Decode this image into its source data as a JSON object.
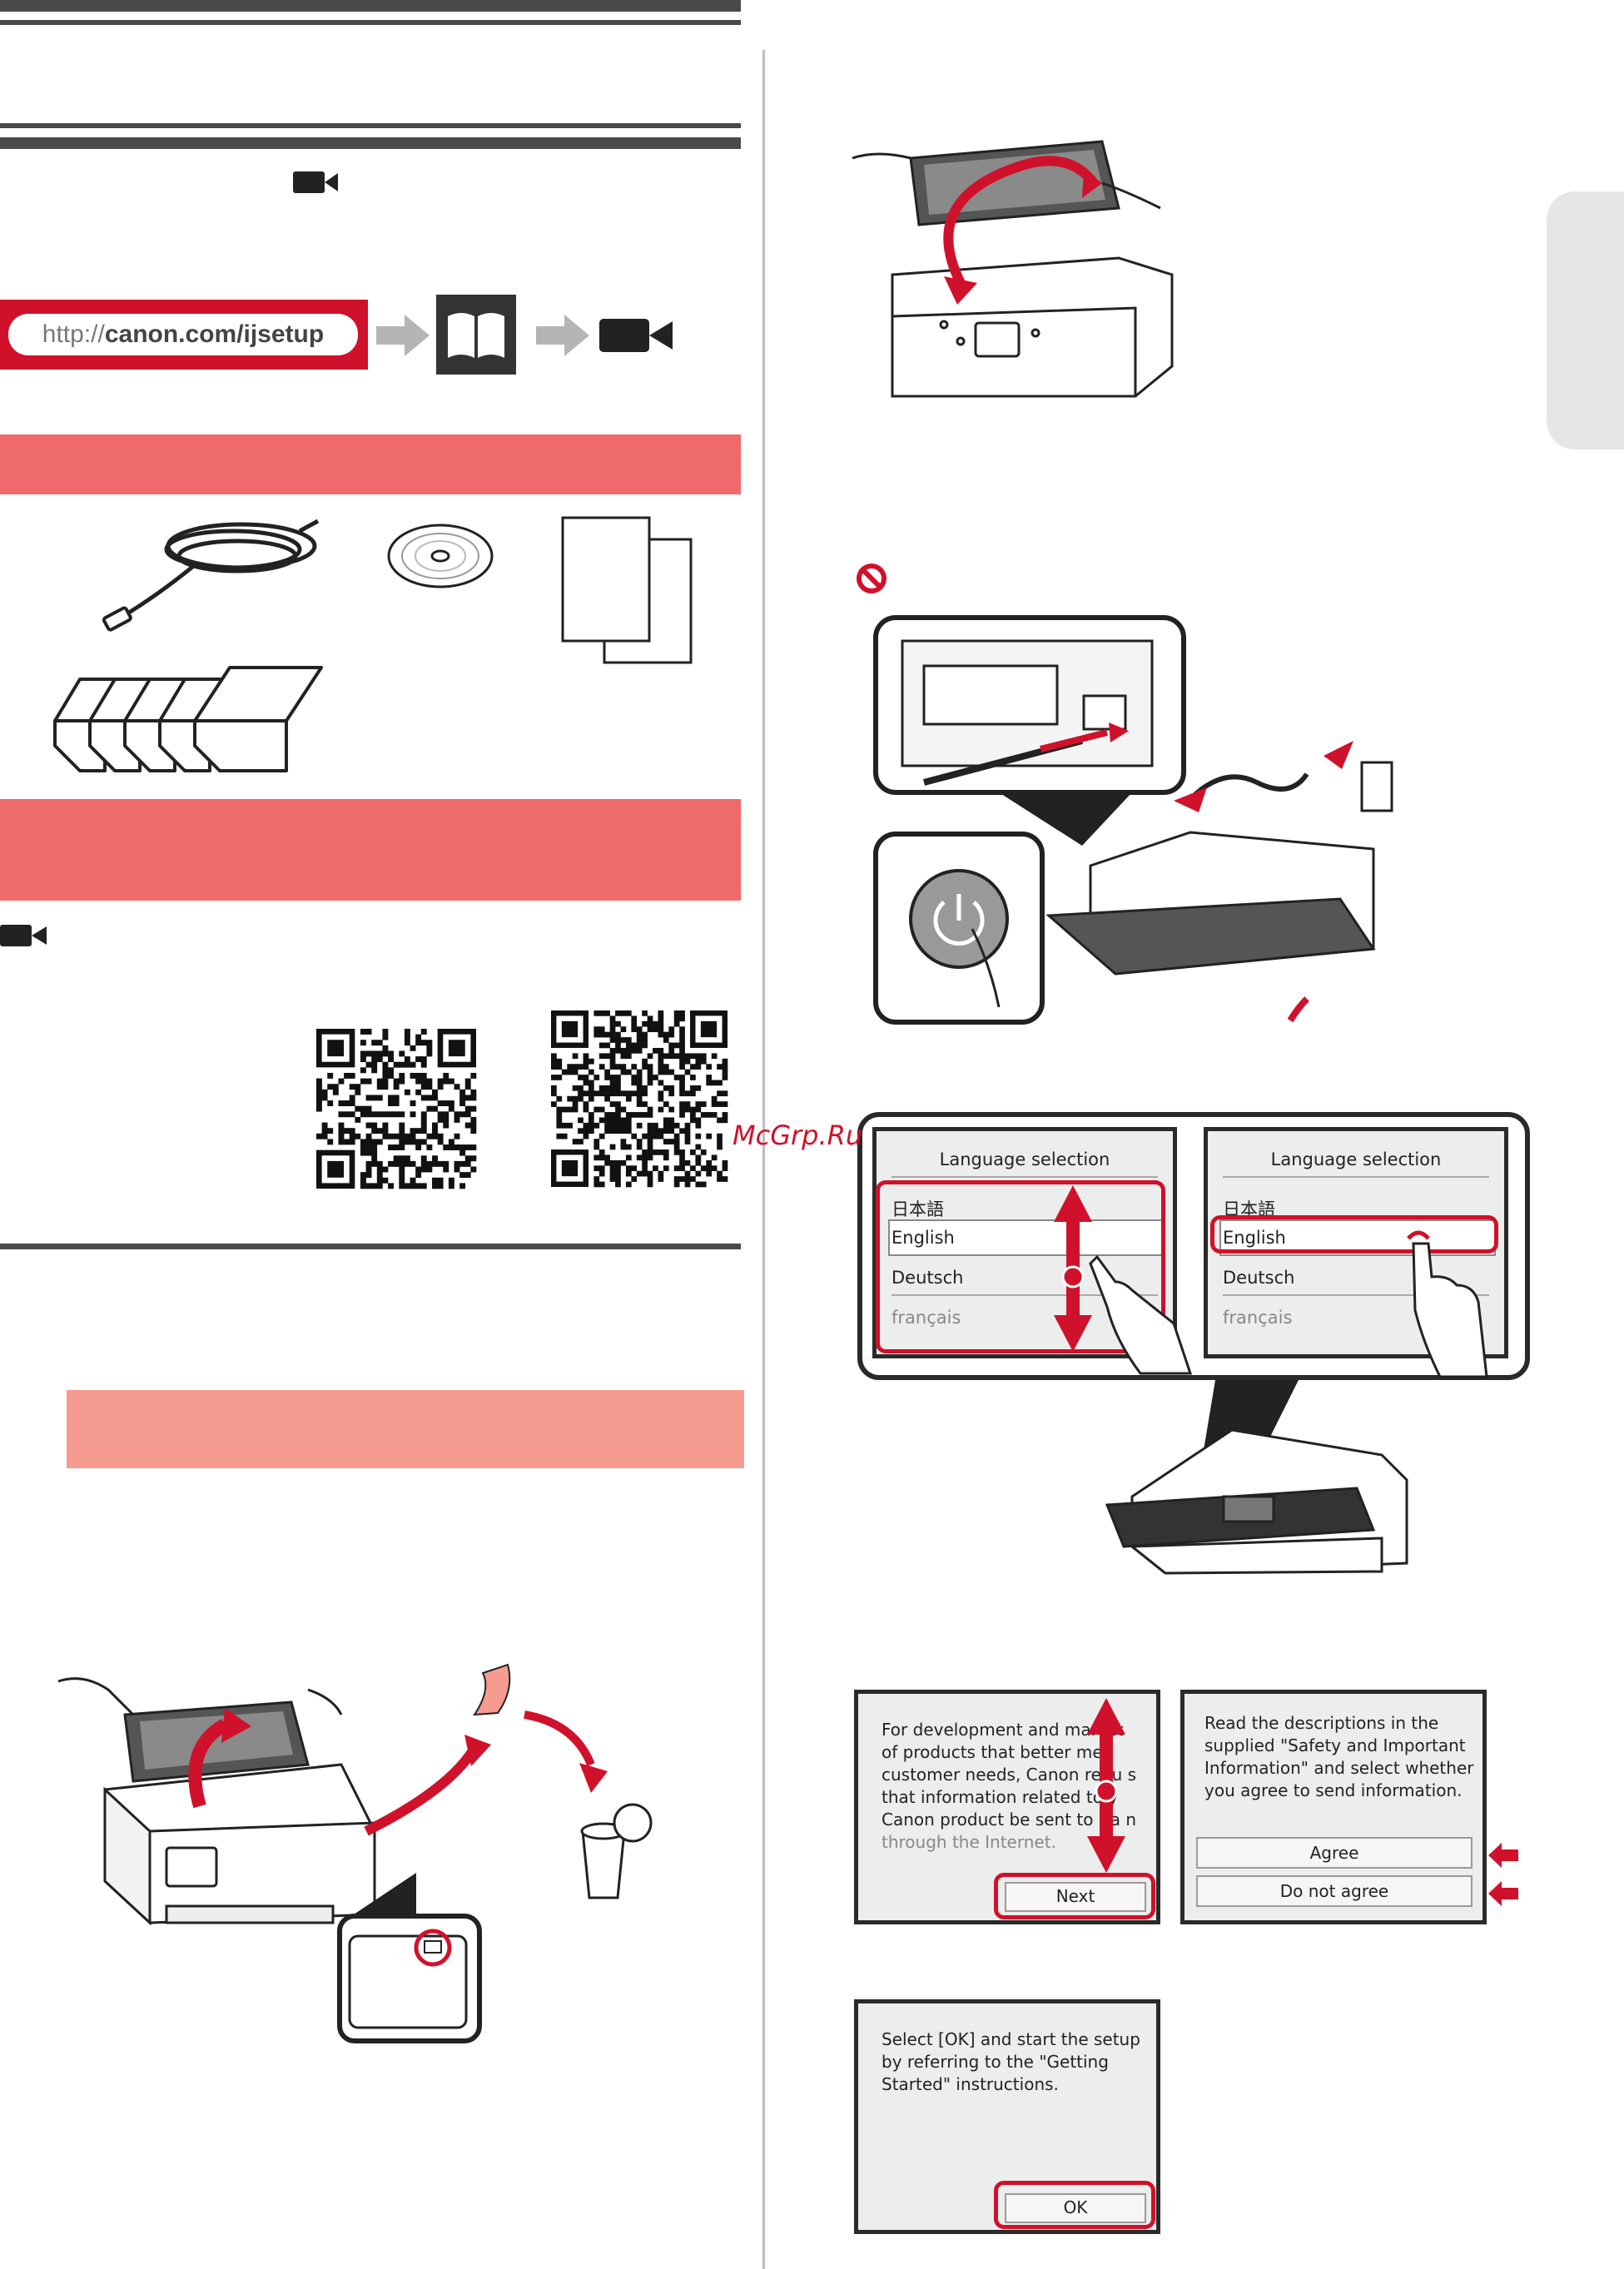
{
  "intro": {
    "url_prefix": "http://",
    "url_domain": "canon.com/ijsetup"
  },
  "watermark": "McGrp.Ru",
  "language_selection": {
    "title": "Language selection",
    "items": [
      "日本語",
      "English",
      "Deutsch",
      "français"
    ]
  },
  "consent_screen": {
    "text": [
      "For development and market",
      "of products that better mee",
      "customer needs, Canon requ s",
      "that information related to y",
      "Canon product be sent to Ca n",
      "through the Internet."
    ],
    "next_label": "Next"
  },
  "agreement_screen": {
    "text": [
      "Read the descriptions in the",
      "supplied \"Safety and Important",
      "Information\" and select whether",
      "you agree to send information."
    ],
    "agree_label": "Agree",
    "disagree_label": "Do not agree"
  },
  "ok_screen": {
    "text": [
      "Select [OK] and start the setup",
      "by referring to the \"Getting",
      "Started\" instructions."
    ],
    "ok_label": "OK"
  },
  "colors": {
    "accent_red": "#d0112b",
    "salmon": "#ef6b6b",
    "salmon_light": "#f59b90",
    "dark_bar": "#4a4a4a"
  }
}
